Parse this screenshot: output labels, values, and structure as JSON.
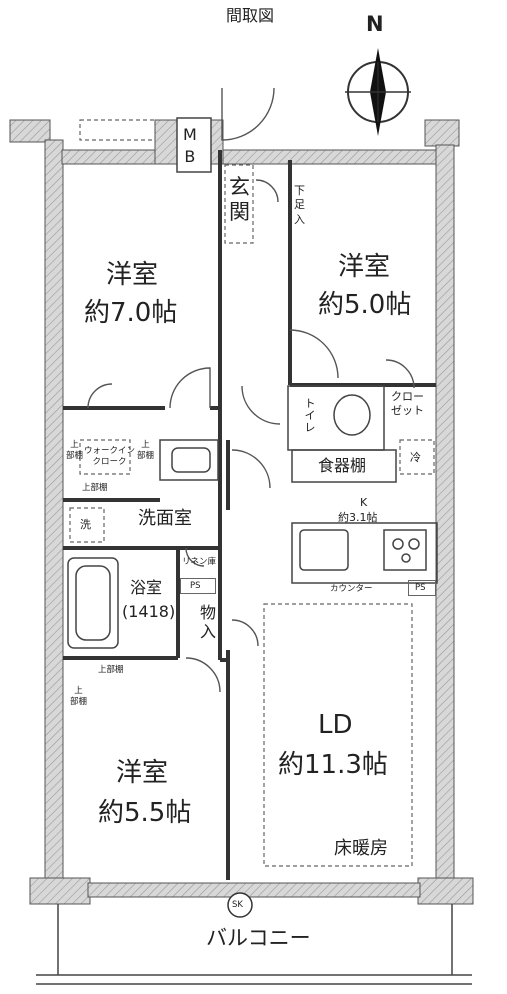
{
  "title": "間取図",
  "compass": {
    "label": "N"
  },
  "rooms": {
    "mb": "M\nB",
    "genkan": "玄\n関",
    "shoes": "下\n足\n入",
    "western1": {
      "name": "洋室",
      "size": "約7.0帖"
    },
    "western2": {
      "name": "洋室",
      "size": "約5.0帖"
    },
    "western3": {
      "name": "洋室",
      "size": "約5.5帖"
    },
    "walkin": "ウォークイン\nクローク",
    "upper_left": "上\n部棚",
    "upper_right": "上\n部棚",
    "upper_bottom": "上部棚",
    "toilet": "トイレ",
    "closet": "クロー\nゼット",
    "dish_shelf": "食器棚",
    "fridge": "冷",
    "kitchen": {
      "name": "K",
      "size": "約3.1帖"
    },
    "washroom": "洗面室",
    "washer": "洗",
    "linen": "リネン庫",
    "ps1": "PS",
    "ps2": "PS",
    "bath": {
      "name": "浴室",
      "size": "(1418)"
    },
    "storage": "物\n入",
    "counter": "カウンター",
    "ld": {
      "name": "LD",
      "size": "約11.3帖"
    },
    "floor_heating": "床暖房",
    "upper3_top": "上部棚",
    "upper3_left": "上\n部棚",
    "sk": "SK",
    "balcony": "バルコニー"
  }
}
